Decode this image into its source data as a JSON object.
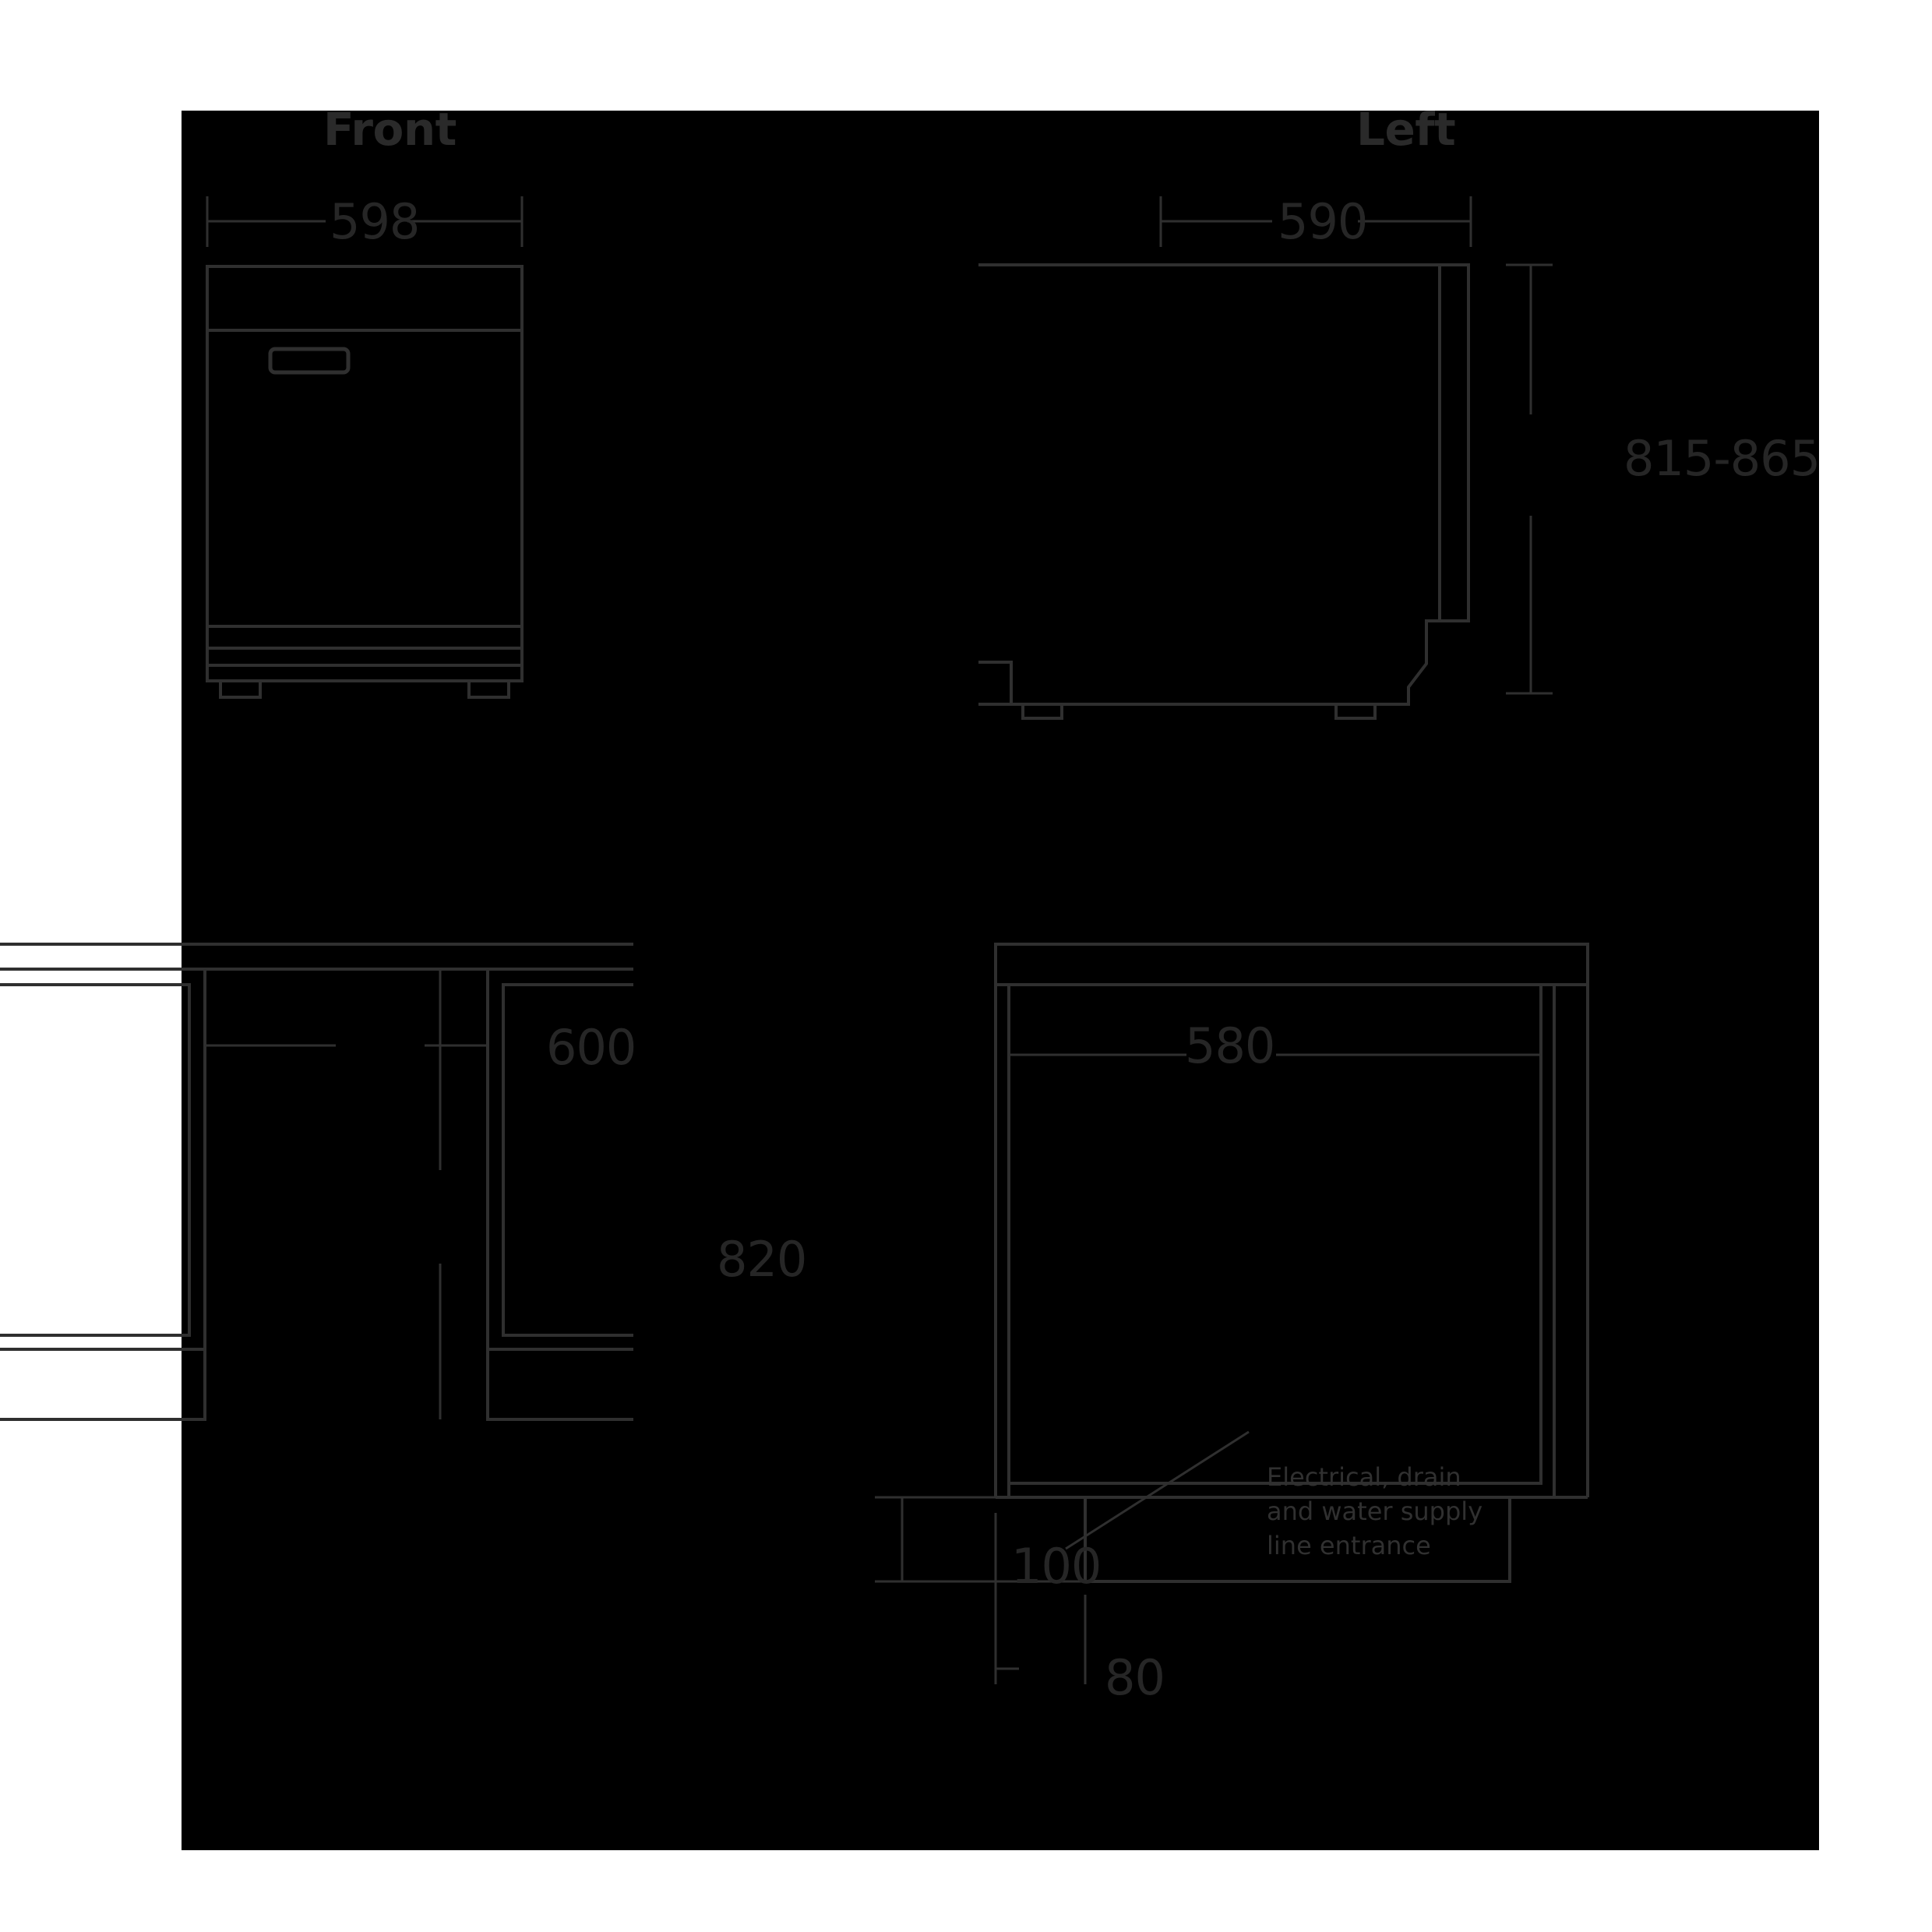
{
  "drawing": {
    "background_color": "#000000",
    "line_color": "#2a2a2a",
    "text_color": "#262626",
    "page_background": "#ffffff"
  },
  "views": {
    "front": {
      "title": "Front",
      "width_dimension": "598"
    },
    "left": {
      "title": "Left",
      "depth_dimension": "590",
      "height_dimension": "815-865"
    },
    "front_cutout": {
      "width_dimension": "600",
      "height_dimension": "820"
    },
    "left_cutout": {
      "depth_dimension": "580",
      "offset_dimension": "100",
      "base_dimension": "80",
      "annotation": "Electrical, drain\nand water supply\nline entrance"
    }
  }
}
